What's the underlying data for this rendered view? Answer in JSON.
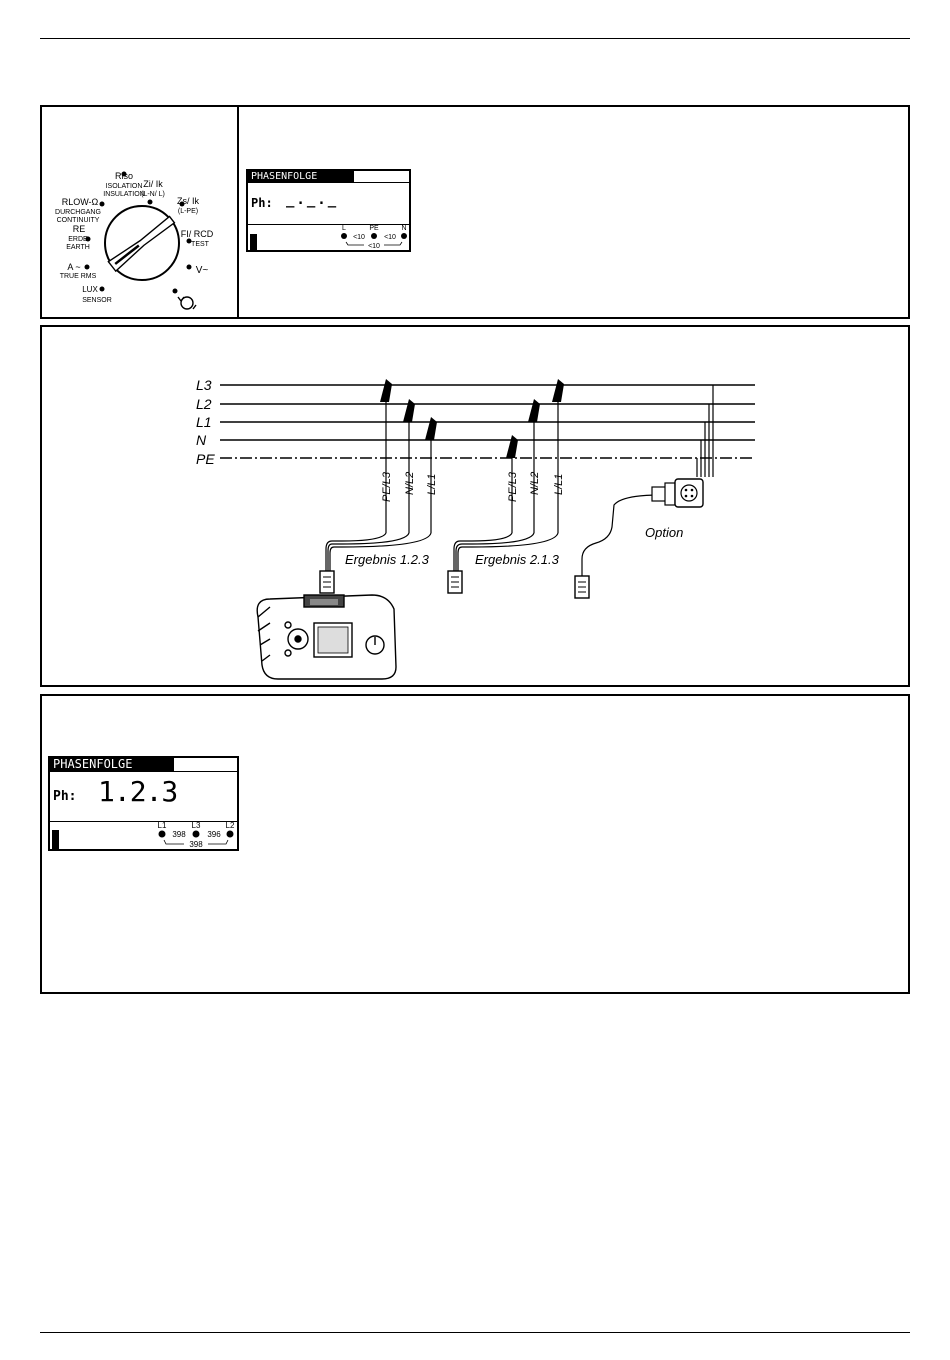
{
  "selector": {
    "positions": {
      "riso": "Riso",
      "isolation": "ISOLATION",
      "insulation": "INSULATION",
      "zi_ik": "Zi/ Ik",
      "zi_ik_sub": "(L-N/ L)",
      "zs_ik": "Zs/ Ik",
      "zs_ik_sub": "(L-PE)",
      "rlow": "RLOW-Ω",
      "durchgang": "DURCHGANG",
      "continuity": "CONTINUITY",
      "re": "RE",
      "erde": "ERDE",
      "earth": "EARTH",
      "rcd": "FI/ RCD",
      "rcd_test": "TEST",
      "a_true_rms": "A ~",
      "true_rms": "TRUE RMS",
      "volt": "V~",
      "lux": "LUX",
      "sensor": "SENSOR"
    }
  },
  "lcd_top": {
    "title": "PHASENFOLGE",
    "ph_label": "Ph:",
    "ph_value": "_._._",
    "term_l": "L",
    "term_pe": "PE",
    "term_n": "N",
    "val_1": "<10",
    "val_2": "<10",
    "val_3": "<10"
  },
  "diagram": {
    "lines": [
      "L3",
      "L2",
      "L1",
      "N",
      "PE"
    ],
    "probe_set_1": [
      "PE/L3",
      "N/L2",
      "L/L1"
    ],
    "probe_set_2": [
      "PE/L3",
      "N/L2",
      "L/L1"
    ],
    "result_1": "Ergebnis 1.2.3",
    "result_2": "Ergebnis 2.1.3",
    "option": "Option"
  },
  "lcd_bottom": {
    "title": "PHASENFOLGE",
    "ph_label": "Ph:",
    "ph_value": "1.2.3",
    "term_l1": "L1",
    "term_l3": "L3",
    "term_l2": "L2",
    "val_1": "398",
    "val_2": "396",
    "val_3": "398"
  }
}
